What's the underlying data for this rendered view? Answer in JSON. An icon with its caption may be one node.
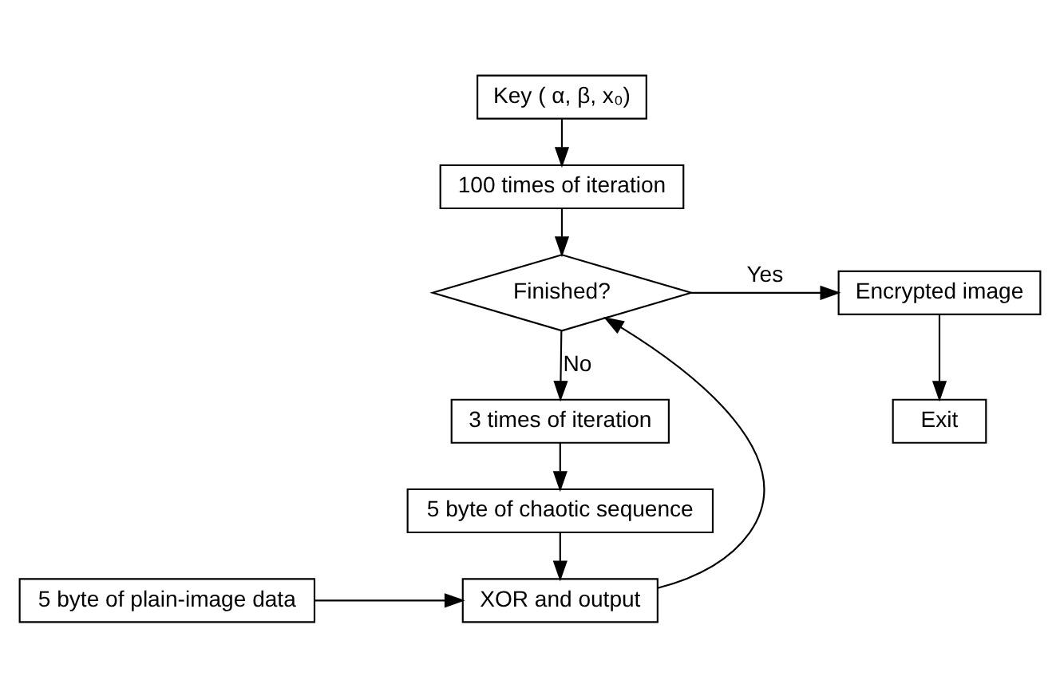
{
  "diagram": {
    "nodes": [
      {
        "text": [
          "Key ( α, β, x₀)"
        ]
      },
      {
        "text": [
          "100 times of iteration"
        ]
      },
      {
        "text": [
          "Finished?"
        ]
      },
      {
        "text": [
          "Encrypted image"
        ]
      },
      {
        "text": [
          "Exit"
        ]
      },
      {
        "text": [
          "3 times of iteration"
        ]
      },
      {
        "text": [
          "5 byte of chaotic sequence"
        ]
      },
      {
        "text": [
          "XOR and output"
        ]
      },
      {
        "text": [
          "5 byte of plain-image data"
        ]
      }
    ],
    "edges": [
      {
        "from": 0,
        "to": 1,
        "arrow": "to"
      },
      {
        "from": 1,
        "to": 2,
        "arrow": "to"
      },
      {
        "from": 2,
        "to": 3,
        "arrow": "to",
        "label": "Yes"
      },
      {
        "from": 3,
        "to": 4,
        "arrow": "to"
      },
      {
        "from": 2,
        "to": 5,
        "arrow": "to",
        "label": "No"
      },
      {
        "from": 5,
        "to": 6,
        "arrow": "to"
      },
      {
        "from": 6,
        "to": 7,
        "arrow": "to"
      },
      {
        "from": 8,
        "to": 7,
        "arrow": "to"
      },
      {
        "from": 7,
        "to": 2,
        "arrow": "to"
      }
    ]
  }
}
